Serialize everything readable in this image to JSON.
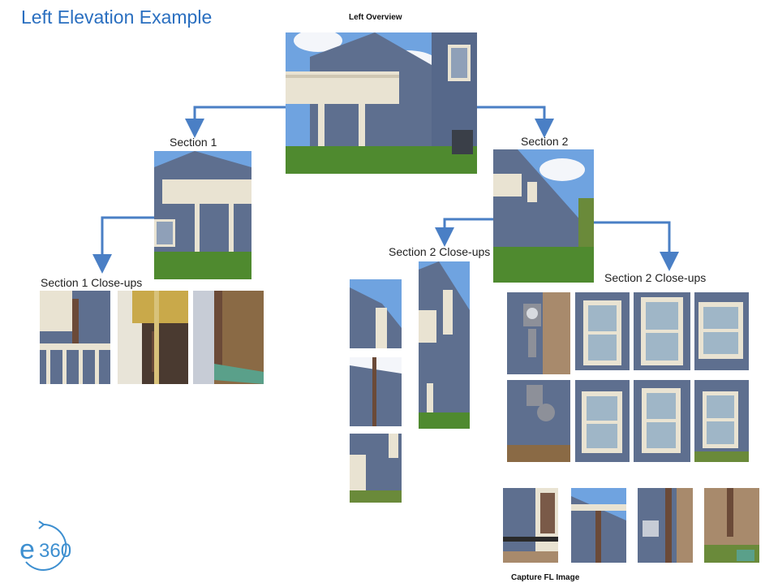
{
  "slide": {
    "title": "Left Elevation Example",
    "overview_caption": "Left Overview",
    "section1_label": "Section 1",
    "section2_label": "Section 2",
    "section1_closeups_label": "Section 1 Close-ups",
    "section2_closeups_label_left": "Section 2 Close-ups",
    "section2_closeups_label_right": "Section 2 Close-ups",
    "bottom_caption": "Capture FL Image"
  },
  "logo": {
    "text": "360",
    "letter": "e"
  },
  "colors": {
    "title": "#2a6fc0",
    "arrow": "#4a7fc5",
    "siding": "#5e6f8f",
    "trim": "#e9e3d2",
    "sky": "#6fa3e0",
    "grass": "#4f8a2f",
    "soil": "#8a6a45",
    "stone": "#a88a6c",
    "downspout": "#6b4a38"
  }
}
